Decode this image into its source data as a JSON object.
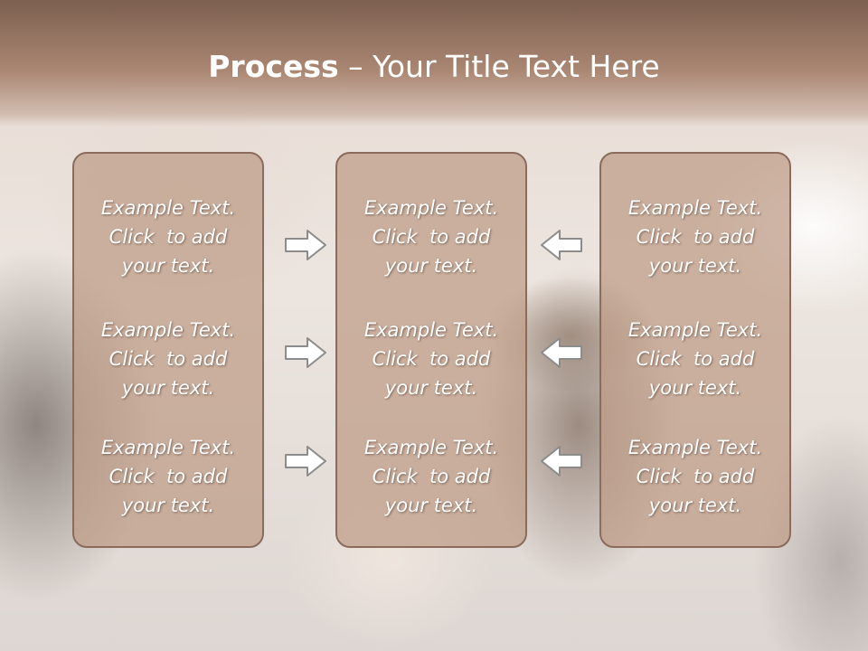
{
  "slide": {
    "title_bold": "Process",
    "title_rest": " – Your Title Text Here",
    "panels": [
      {
        "blocks": [
          [
            "Example Text.",
            "Click  to add",
            "your text."
          ],
          [
            "Example Text.",
            "Click  to add",
            "your text."
          ],
          [
            "Example Text.",
            "Click  to add",
            "your text."
          ]
        ]
      },
      {
        "blocks": [
          [
            "Example Text.",
            "Click  to add",
            "your text."
          ],
          [
            "Example Text.",
            "Click  to add",
            "your text."
          ],
          [
            "Example Text.",
            "Click  to add",
            "your text."
          ]
        ]
      },
      {
        "blocks": [
          [
            "Example Text.",
            "Click  to add",
            "your text."
          ],
          [
            "Example Text.",
            "Click  to add",
            "your text."
          ],
          [
            "Example Text.",
            "Click  to add",
            "your text."
          ]
        ]
      }
    ],
    "arrows": [
      {
        "icon": "right-arrow-icon"
      },
      {
        "icon": "right-arrow-icon"
      },
      {
        "icon": "right-arrow-icon"
      },
      {
        "icon": "left-arrow-icon"
      },
      {
        "icon": "left-arrow-icon"
      },
      {
        "icon": "left-arrow-icon"
      }
    ],
    "colors": {
      "header": "#a98672",
      "panel_fill": "#be9b87",
      "panel_border": "#8a6b5c",
      "text": "#ffffff",
      "arrow_stroke": "#8c8c8c"
    }
  }
}
